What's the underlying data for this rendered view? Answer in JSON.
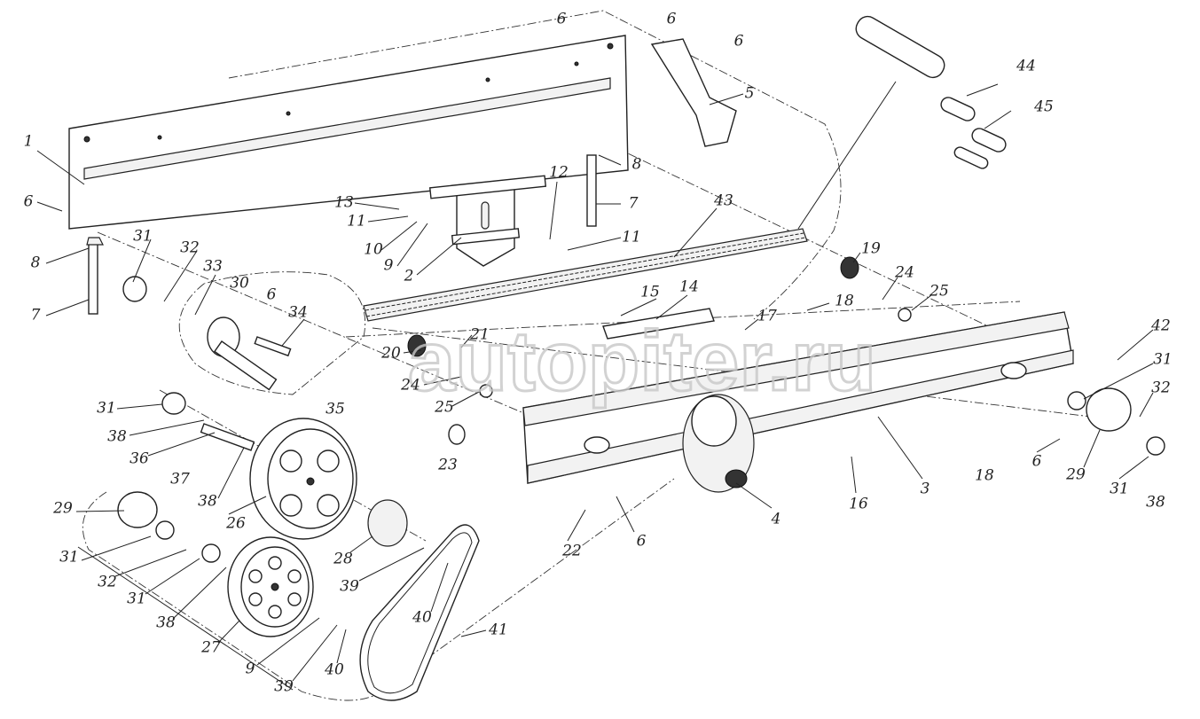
{
  "watermark": "autopiter.ru",
  "callouts": [
    "6",
    "6",
    "6",
    "5",
    "44",
    "45",
    "1",
    "8",
    "6",
    "7",
    "13",
    "11",
    "12",
    "43",
    "10",
    "9",
    "2",
    "11",
    "8",
    "31",
    "32",
    "33",
    "30",
    "19",
    "24",
    "25",
    "7",
    "6",
    "34",
    "15",
    "14",
    "18",
    "17",
    "42",
    "21",
    "20",
    "31",
    "24",
    "35",
    "31",
    "25",
    "32",
    "38",
    "36",
    "37",
    "23",
    "3",
    "18",
    "6",
    "29",
    "31",
    "38",
    "38",
    "16",
    "4",
    "29",
    "26",
    "22",
    "6",
    "28",
    "39",
    "31",
    "32",
    "41",
    "31",
    "40",
    "38",
    "27",
    "9",
    "40",
    "39"
  ]
}
